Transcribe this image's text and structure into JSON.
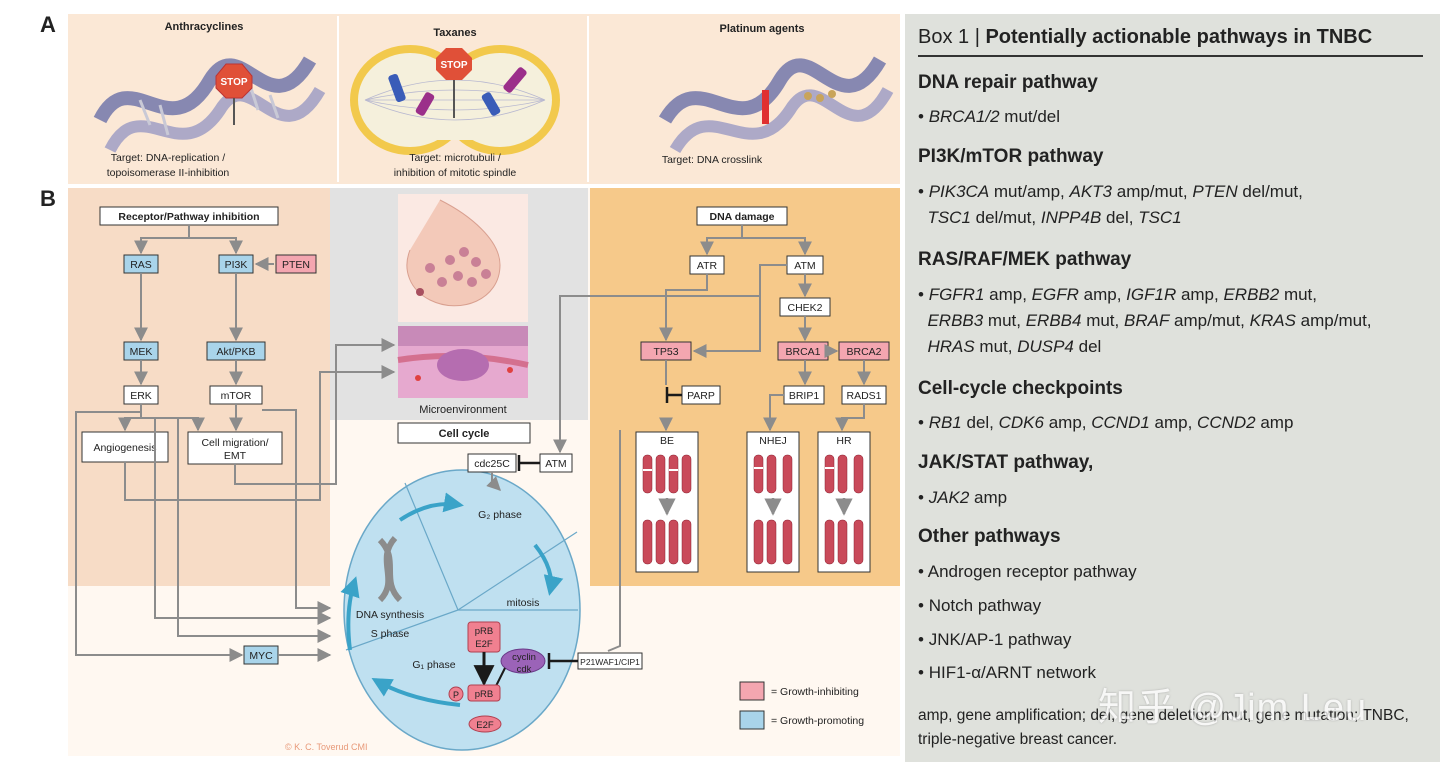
{
  "panel_a": {
    "letter": "A",
    "anthracyclines": {
      "title": "Anthracyclines",
      "stop": "STOP",
      "target_line1": "Target: DNA-replication /",
      "target_line2": "topoisomerase II-inhibition"
    },
    "taxanes": {
      "title": "Taxanes",
      "stop": "STOP",
      "target_line1": "Target: microtubuli /",
      "target_line2": "inhibition of mitotic spindle"
    },
    "platinum": {
      "title": "Platinum agents",
      "target_line1": "Target: DNA crosslink"
    }
  },
  "panel_b": {
    "letter": "B",
    "left": {
      "header": "Receptor/Pathway inhibition",
      "ras": "RAS",
      "pi3k": "PI3K",
      "pten": "PTEN",
      "mek": "MEK",
      "akt": "Akt/PKB",
      "erk": "ERK",
      "mtor": "mTOR",
      "angiogenesis": "Angiogenesis",
      "migration_line1": "Cell migration/",
      "migration_line2": "EMT",
      "myc": "MYC"
    },
    "center": {
      "microenvironment": "Microenvironment",
      "cell_cycle": "Cell cycle",
      "cdc25c": "cdc25C",
      "atm_inh": "ATM",
      "g2": "G₂ phase",
      "mitosis": "mitosis",
      "dna_synthesis": "DNA synthesis",
      "s_phase": "S phase",
      "g1": "G₁ phase",
      "prb": "pRB",
      "e2f": "E2F",
      "cyclin": "cyclin",
      "cdk": "cdk",
      "p": "P",
      "prb2": "pRB",
      "e2f2": "E2F",
      "p21": "P21WAF1/CIP1",
      "copyright": "© K. C. Toverud CMI"
    },
    "right": {
      "header": "DNA damage",
      "atr": "ATR",
      "atm": "ATM",
      "chek2": "CHEK2",
      "tp53": "TP53",
      "brca1": "BRCA1",
      "brca2": "BRCA2",
      "parp": "PARP",
      "brip1": "BRIP1",
      "rads1": "RADS1",
      "be": "BE",
      "nhej": "NHEJ",
      "hr": "HR"
    },
    "legend": {
      "inhibiting": "= Growth-inhibiting",
      "promoting": "= Growth-promoting"
    }
  },
  "colors": {
    "inhibiting": "#f4a6b0",
    "promoting": "#a9d4ea",
    "left_bg": "#f7dcc6",
    "right_bg": "#f6c98a",
    "cell_fill": "#bfe0f0",
    "top_bg": "#fbe8d6",
    "box_bg": "#dfe1dc"
  },
  "box1": {
    "title_prefix": "Box 1 | ",
    "title_bold": "Potentially actionable pathways in TNBC",
    "dna_repair": {
      "heading": "DNA repair pathway",
      "item_gene": "BRCA1/2",
      "item_rest": " mut/del"
    },
    "pi3k": {
      "heading": "PI3K/mTOR pathway",
      "g1": "PIK3CA",
      "t1": " mut/amp, ",
      "g2": "AKT3",
      "t2": " amp/mut, ",
      "g3": "PTEN",
      "t3": " del/mut,",
      "g4": "TSC1",
      "t4": " del/mut, ",
      "g5": "INPP4B",
      "t5": " del, ",
      "g6": "TSC1"
    },
    "ras": {
      "heading": "RAS/RAF/MEK pathway",
      "g1": "FGFR1",
      "t1": " amp, ",
      "g2": "EGFR",
      "t2": " amp, ",
      "g3": "IGF1R",
      "t3": " amp, ",
      "g4": "ERBB2",
      "t4": " mut,",
      "g5": "ERBB3",
      "t5": " mut, ",
      "g6": "ERBB4",
      "t6": " mut, ",
      "g7": "BRAF",
      "t7": " amp/mut, ",
      "g8": "KRAS",
      "t8": " amp/mut,",
      "g9": "HRAS",
      "t9": " mut, ",
      "g10": "DUSP4",
      "t10": " del"
    },
    "cellcycle": {
      "heading": "Cell-cycle checkpoints",
      "g1": "RB1",
      "t1": " del, ",
      "g2": "CDK6",
      "t2": " amp, ",
      "g3": "CCND1",
      "t3": " amp, ",
      "g4": "CCND2",
      "t4": " amp"
    },
    "jak": {
      "heading": "JAK/STAT pathway,",
      "g1": "JAK2",
      "t1": " amp"
    },
    "other": {
      "heading": "Other pathways",
      "items": [
        "Androgen receptor pathway",
        "Notch pathway",
        "JNK/AP-1 pathway",
        "HIF1-α/ARNT network"
      ]
    },
    "footnote": "amp, gene amplification; del, gene deletion; mut, gene mutation; TNBC, triple-negative breast cancer."
  },
  "watermark": "知乎 @Jim Leu"
}
